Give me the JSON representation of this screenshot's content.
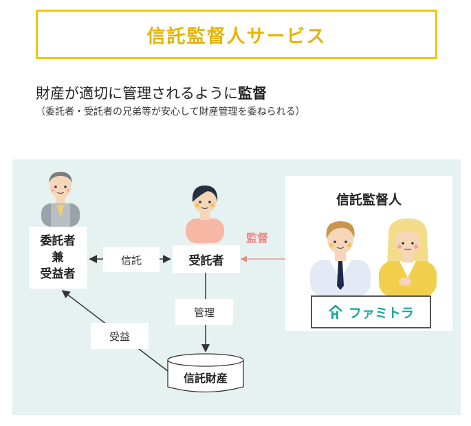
{
  "title": "信託監督人サービス",
  "heading": {
    "main": "財産が適切に管理されるように",
    "bold": "監督"
  },
  "subnote": "（委託者・受託者の兄弟等が安心して財産管理を委ねられる）",
  "diagram": {
    "settlor_beneficiary": [
      "委託者",
      "兼",
      "受益者"
    ],
    "trustee": "受託者",
    "trust_label": "信託",
    "manage_label": "管理",
    "benefit_label": "受益",
    "trust_property": "信託財産",
    "supervise_label": "監督",
    "supervisor_title": "信託監督人",
    "logo_text": "ファミトラ"
  },
  "colors": {
    "title_border": "#f5c400",
    "title_text": "#e7b400",
    "background_panel": "#e6f2f1",
    "logo": "#1aa79d",
    "supervise_arrow": "#e88a86"
  }
}
